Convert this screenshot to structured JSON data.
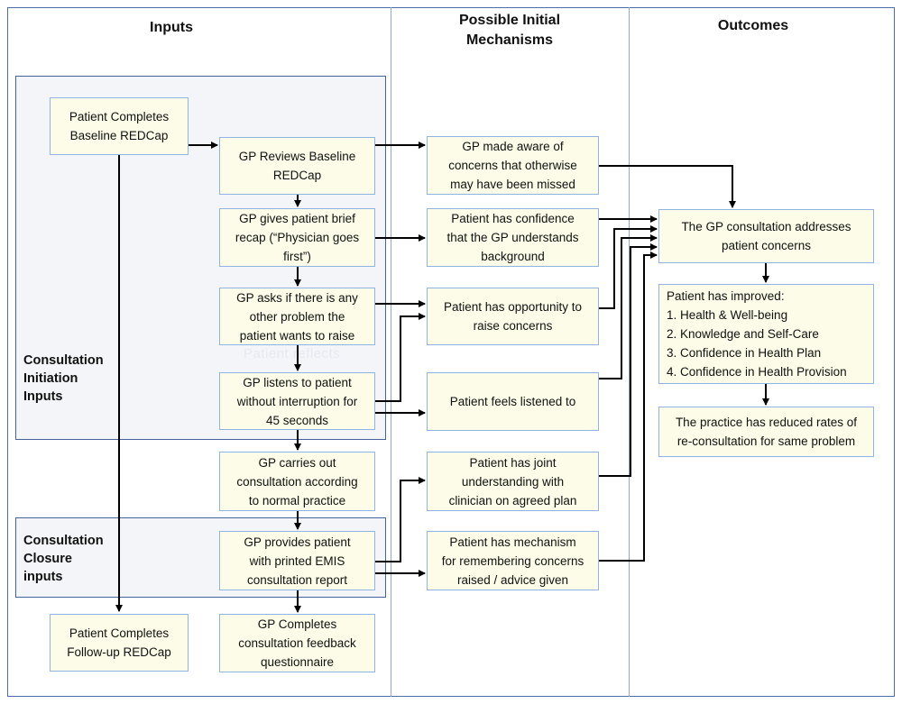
{
  "columns": {
    "inputs": "Inputs",
    "mechanisms": "Possible Initial\nMechanisms",
    "outcomes": "Outcomes"
  },
  "groups": {
    "initiation": "Consultation\nInitiation\nInputs",
    "closure": "Consultation\nClosure\ninputs"
  },
  "inputs": {
    "baseline": "Patient Completes\nBaseline REDCap",
    "reviews": "GP Reviews Baseline\nREDCap",
    "recap": "GP gives patient brief\nrecap (“Physician goes\nfirst”)",
    "asks": "GP asks if there is any\nother problem the\npatient wants to raise",
    "listens": "GP listens to patient\nwithout interruption for\n45 seconds",
    "carries": "GP carries out\nconsultation according\nto normal practice",
    "provides": "GP provides patient\nwith printed EMIS\nconsultation report",
    "followup": "Patient Completes\nFollow-up REDCap",
    "feedback": "GP Completes\nconsultation feedback\nquestionnaire"
  },
  "mechanisms": {
    "aware": "GP made aware of\nconcerns that otherwise\nmay have been missed",
    "confidence": "Patient has confidence\nthat the GP understands\nbackground",
    "opportunity": "Patient has opportunity to\nraise concerns",
    "listened": "Patient feels listened to",
    "joint": "Patient has joint\nunderstanding with\nclinician on agreed plan",
    "remember": "Patient has  mechanism\nfor remembering concerns\nraised / advice given"
  },
  "outcomes": {
    "addresses": "The GP consultation addresses\npatient concerns",
    "improved": "Patient has improved:\n1. Health & Well-being\n2. Knowledge and Self-Care\n3. Confidence in Health Plan\n4. Confidence in Health Provision",
    "reduced": "The practice has reduced rates of\nre-consultation for same problem"
  },
  "watermark": "Patient reflects",
  "colors": {
    "box_fill": "#fcfce8",
    "box_border": "#8db4e2",
    "group_fill": "#f3f5f9",
    "group_border": "#45629a",
    "arrow": "#000000"
  }
}
